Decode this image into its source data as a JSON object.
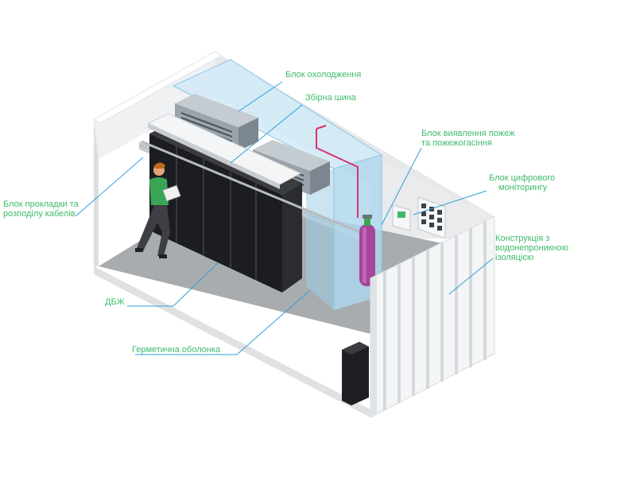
{
  "labels": {
    "cooling_unit": "Блок охолодження",
    "busbar": "Збірна шина",
    "fire_unit": {
      "line1": "Блок виявлення пожеж",
      "line2": "та пожежогасіння"
    },
    "monitoring_unit": {
      "line1": "Блок цифрового",
      "line2": "моніторингу"
    },
    "cable_unit": {
      "line1": "Блок прокладки та",
      "line2": "розподілу кабелів"
    },
    "construction": {
      "line1": "Конструкція з",
      "line2": "водонепроникною",
      "line3": "ізоляцією"
    },
    "ups": "ДБЖ",
    "sealed_enclosure": "Герметична оболонка"
  },
  "colors": {
    "label_text": "#3dbb6a",
    "leader_line": "#2f9ed8",
    "rack": "#1c1d20",
    "glass": "#bfe0f2",
    "container_wall": "#f2f3f4",
    "floor": "#a9acaf",
    "fire_cylinder": "#a6469a",
    "pipe": "#d6336c",
    "person_shirt": "#3aa655"
  },
  "icons": [
    "person-icon",
    "gas-cylinder-icon",
    "monitoring-panel-icon",
    "cooling-unit-icon"
  ]
}
